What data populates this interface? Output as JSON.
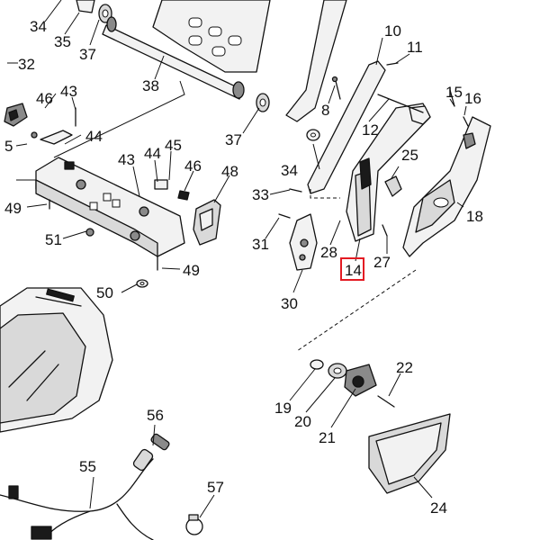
{
  "colors": {
    "background": "#ffffff",
    "line": "#111111",
    "highlight": "#e31b23"
  },
  "highlighted_callout": "14",
  "callouts": {
    "c5": "5",
    "c10": "10",
    "c11": "11",
    "c12": "12",
    "c14": "14",
    "c15": "15",
    "c16": "16",
    "c18": "18",
    "c19": "19",
    "c20": "20",
    "c21": "21",
    "c22": "22",
    "c24": "24",
    "c25": "25",
    "c27": "27",
    "c28": "28",
    "c30": "30",
    "c31": "31",
    "c32": "32",
    "c33": "33",
    "c34a": "34",
    "c34b": "34",
    "c35": "35",
    "c37a": "37",
    "c37b": "37",
    "c38": "38",
    "c43a": "43",
    "c43b": "43",
    "c44a": "44",
    "c44b": "44",
    "c45": "45",
    "c46a": "46",
    "c46b": "46",
    "c48": "48",
    "c49a": "49",
    "c49b": "49",
    "c50": "50",
    "c51": "51",
    "c55": "55",
    "c56": "56",
    "c57": "57",
    "c8": "8"
  }
}
